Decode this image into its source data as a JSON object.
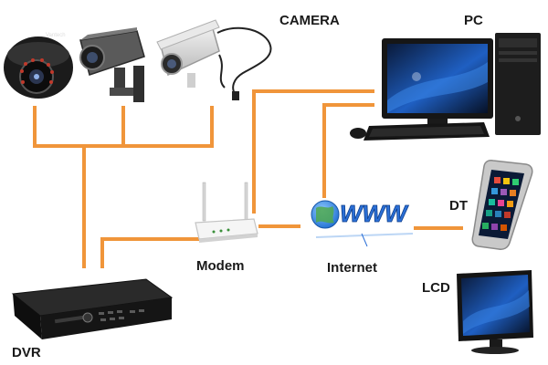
{
  "labels": {
    "camera": "CAMERA",
    "pc": "PC",
    "dt": "DT",
    "modem": "Modem",
    "internet": "Internet",
    "lcd": "LCD",
    "dvr": "DVR",
    "www": "WWW"
  },
  "camera_brand": "Vantech",
  "colors": {
    "connector": "#f0953a",
    "label": "#1a1a1a",
    "screen_blue": "#1f5fc2",
    "device_dark": "#1b1b1b"
  }
}
